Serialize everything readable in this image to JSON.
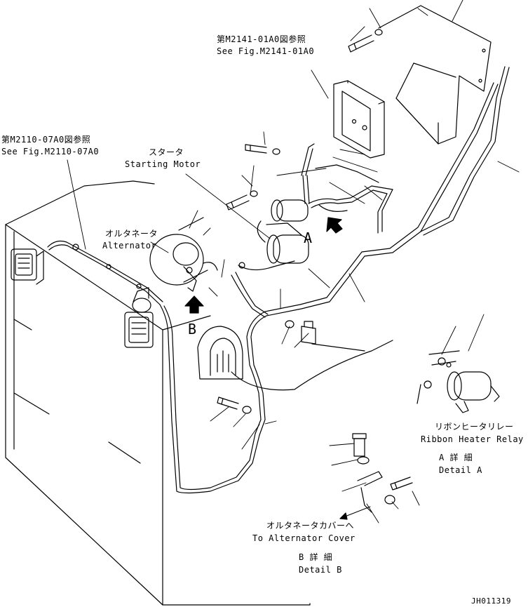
{
  "labels": {
    "ref_top_jp": "第M2141-01A0図参照",
    "ref_top_en": "See Fig.M2141-01A0",
    "ref_left_jp": "第M2110-07A0図参照",
    "ref_left_en": "See Fig.M2110-07A0",
    "starter_jp": "スタータ",
    "starter_en": "Starting Motor",
    "alternator_jp": "オルタネータ",
    "alternator_en": "Alternator",
    "detail_a_marker": "A",
    "detail_b_marker": "B",
    "relay_jp": "リボンヒータリレー",
    "relay_en": "Ribbon Heater Relay",
    "detail_a_jp": "A 詳 細",
    "detail_a_en": "Detail A",
    "alt_cover_jp": "オルタネータカバーへ",
    "alt_cover_en": "To Alternator Cover",
    "detail_b_jp": "B 詳 細",
    "detail_b_en": "Detail B",
    "drawing_no": "JH011319"
  }
}
